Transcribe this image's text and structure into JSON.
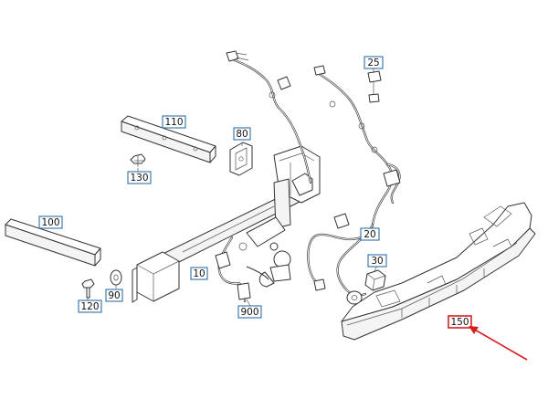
{
  "diagram": {
    "callouts": [
      {
        "id": "c110",
        "label": "110"
      },
      {
        "id": "c80",
        "label": "80"
      },
      {
        "id": "c130",
        "label": "130"
      },
      {
        "id": "c100",
        "label": "100"
      },
      {
        "id": "c120",
        "label": "120"
      },
      {
        "id": "c90",
        "label": "90"
      },
      {
        "id": "c10",
        "label": "10"
      },
      {
        "id": "c900",
        "label": "900"
      },
      {
        "id": "c25",
        "label": "25"
      },
      {
        "id": "c20",
        "label": "20"
      },
      {
        "id": "c30",
        "label": "30"
      },
      {
        "id": "c150",
        "label": "150"
      }
    ],
    "highlight": {
      "callout": "150",
      "arrow_color": "#d62020"
    },
    "colors": {
      "callout_box": "#2f6fa8",
      "highlight": "#d62020",
      "line": "#333333"
    }
  }
}
